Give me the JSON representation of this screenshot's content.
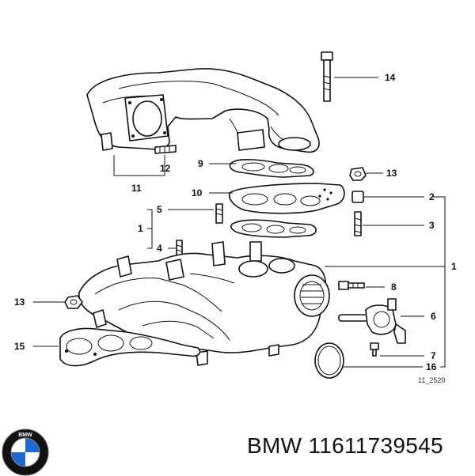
{
  "callouts": {
    "c14": "14",
    "c12": "12",
    "c11": "11",
    "c9": "9",
    "c13a": "13",
    "c10": "10",
    "c2": "2",
    "c5": "5",
    "c1a": "1",
    "c3": "3",
    "c4": "4",
    "c1b": "1",
    "c13b": "13",
    "c8": "8",
    "c6": "6",
    "c15": "15",
    "c7": "7",
    "c16": "16"
  },
  "drawing_ref": "11_2520",
  "footer": {
    "brand": "BMW",
    "part_number": "11611739545",
    "logo_text": "BMW",
    "logo_colors": {
      "blue": "#1c69d4",
      "black": "#111111",
      "white": "#ffffff"
    }
  }
}
